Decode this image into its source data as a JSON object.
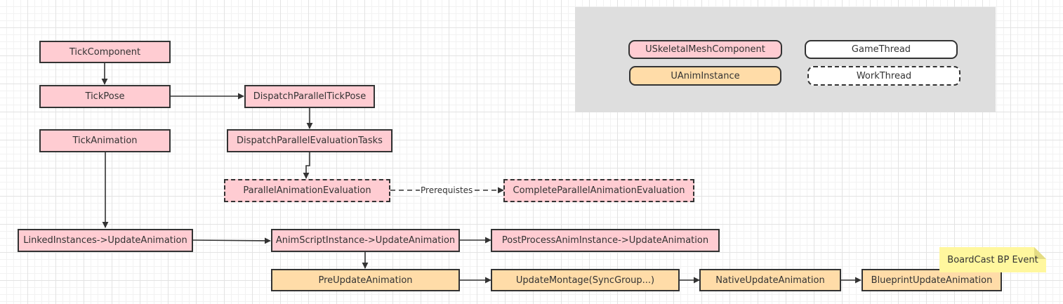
{
  "legend": {
    "skeletal_mesh_component": "USkeletalMeshComponent",
    "anim_instance": "UAnimInstance",
    "game_thread": "GameThread",
    "work_thread": "WorkThread"
  },
  "nodes": {
    "tick_component": "TickComponent",
    "tick_pose": "TickPose",
    "tick_animation": "TickAnimation",
    "dispatch_parallel_tick_pose": "DispatchParallelTickPose",
    "dispatch_parallel_evaluation_tasks": "DispatchParallelEvaluationTasks",
    "parallel_animation_evaluation": "ParallelAnimationEvaluation",
    "complete_parallel_animation_evaluation": "CompleteParallelAnimationEvaluation",
    "linked_instances_update_animation": "LinkedInstances->UpdateAnimation",
    "anim_script_instance_update_animation": "AnimScriptInstance->UpdateAnimation",
    "post_process_anim_instance_update_animation": "PostProcessAnimInstance->UpdateAnimation",
    "pre_update_animation": "PreUpdateAnimation",
    "update_montage": "UpdateMontage(SyncGroup...)",
    "native_update_animation": "NativeUpdateAnimation",
    "blueprint_update_animation": "BlueprintUpdateAnimation"
  },
  "edge_labels": {
    "prerequistes": "Prerequistes"
  },
  "note": {
    "text": "BoardCast BP Event"
  },
  "colors": {
    "usk_fill": "#ffccd2",
    "anim_fill": "#ffdca8",
    "note_fill": "#fff79e",
    "legend_panel": "#dedede",
    "stroke": "#333333"
  }
}
